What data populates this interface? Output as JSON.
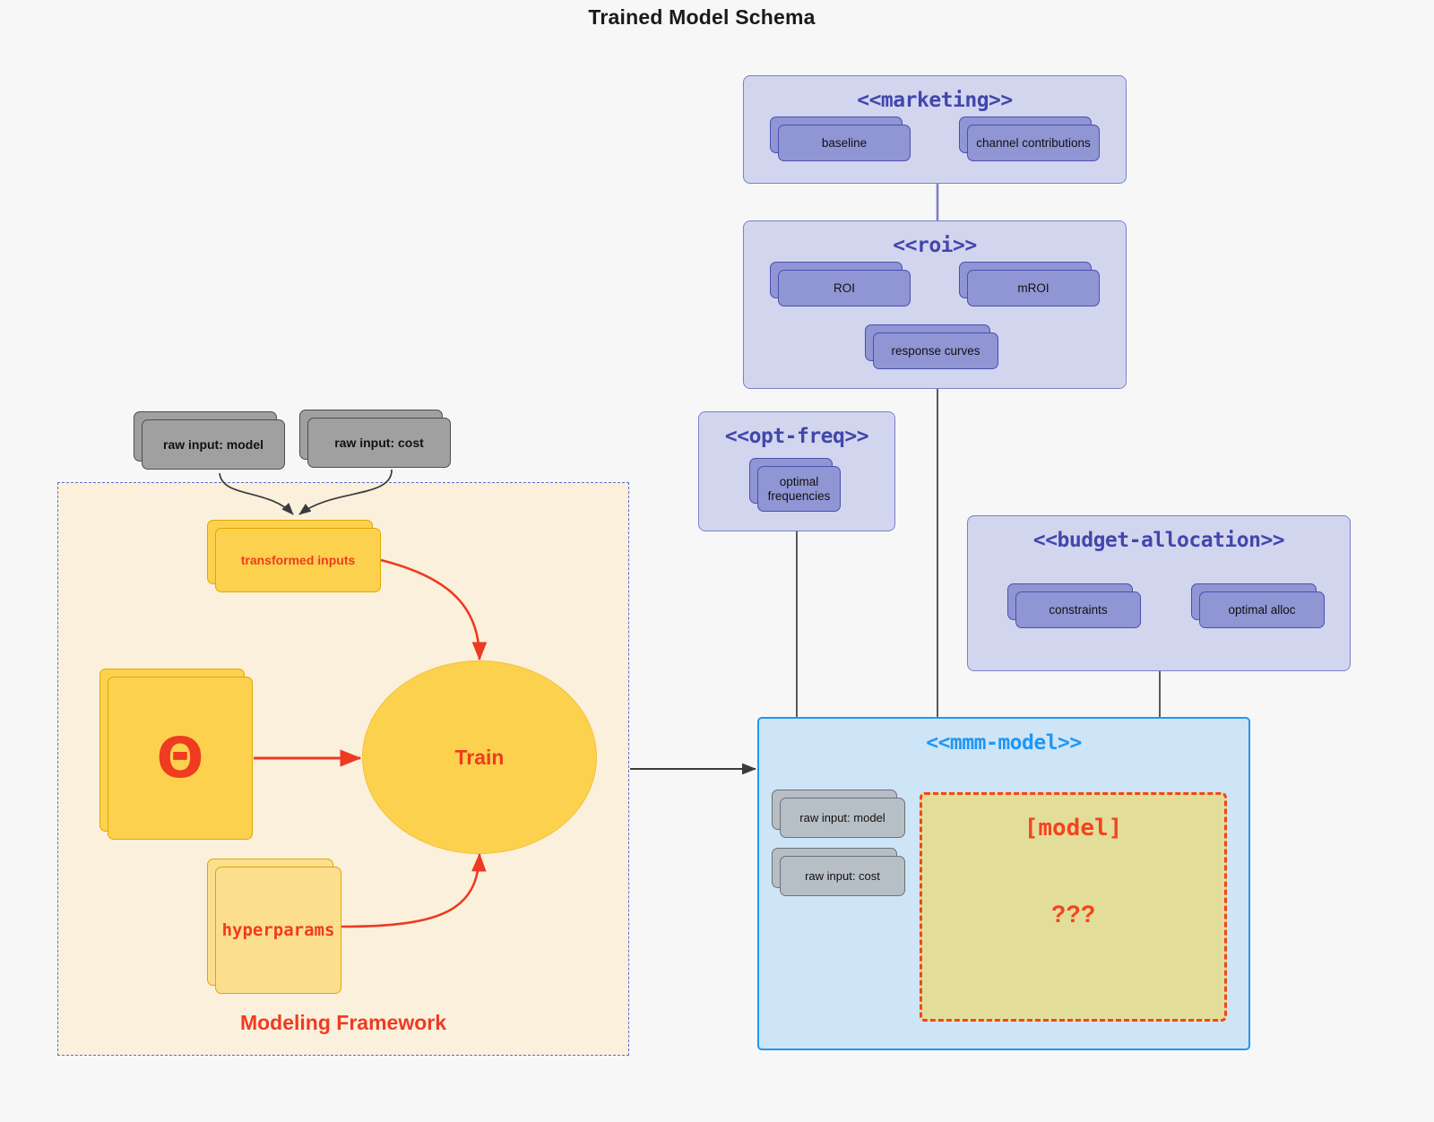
{
  "title": "Trained Model Schema",
  "packages": {
    "marketing": {
      "name": "<<marketing>>",
      "nodes": [
        {
          "label": "baseline"
        },
        {
          "label": "channel contributions"
        }
      ]
    },
    "roi": {
      "name": "<<roi>>",
      "nodes": [
        {
          "label": "ROI"
        },
        {
          "label": "mROI"
        },
        {
          "label": "response curves"
        }
      ]
    },
    "opt_freq": {
      "name": "<<opt-freq>>",
      "nodes": [
        {
          "label": "optimal\nfrequencies",
          "line1": "optimal",
          "line2": "frequencies"
        }
      ]
    },
    "budget_allocation": {
      "name": "<<budget-allocation>>",
      "nodes": [
        {
          "label": "constraints"
        },
        {
          "label": "optimal alloc"
        }
      ]
    },
    "mmm_model": {
      "name": "<<mmm-model>>",
      "nodes": [
        {
          "label": "raw input: model"
        },
        {
          "label": "raw input: cost"
        }
      ],
      "model_box": {
        "label": "[model]",
        "unknown": "???"
      }
    }
  },
  "framework": {
    "label": "Modeling Framework",
    "raw_inputs": [
      {
        "label": "raw input: model"
      },
      {
        "label": "raw input: cost"
      }
    ],
    "nodes": {
      "transformed_inputs": "transformed inputs",
      "theta": "Θ",
      "hyperparams": "hyperparams",
      "train": "Train"
    }
  },
  "colors": {
    "background": "#f7f7f7",
    "package_fill": "#d2d5ee",
    "package_border": "#7a80c8",
    "package_title": "#4246ad",
    "node_purple": "#9095d4",
    "node_purple_border": "#4b4fb0",
    "node_gray": "#a0a0a0",
    "node_gray_border": "#4d4d4d",
    "framework_fill": "#faf0dc",
    "framework_border": "#5f6bd0",
    "yellow": "#fcd14d",
    "yellow_light": "#fbdf8d",
    "yellow_border": "#e0a800",
    "accent_red": "#ef3b21",
    "mmm_fill": "#cde5f7",
    "mmm_border": "#2196f3",
    "model_fill": "#e3dd9a",
    "model_border": "#f4441e"
  }
}
